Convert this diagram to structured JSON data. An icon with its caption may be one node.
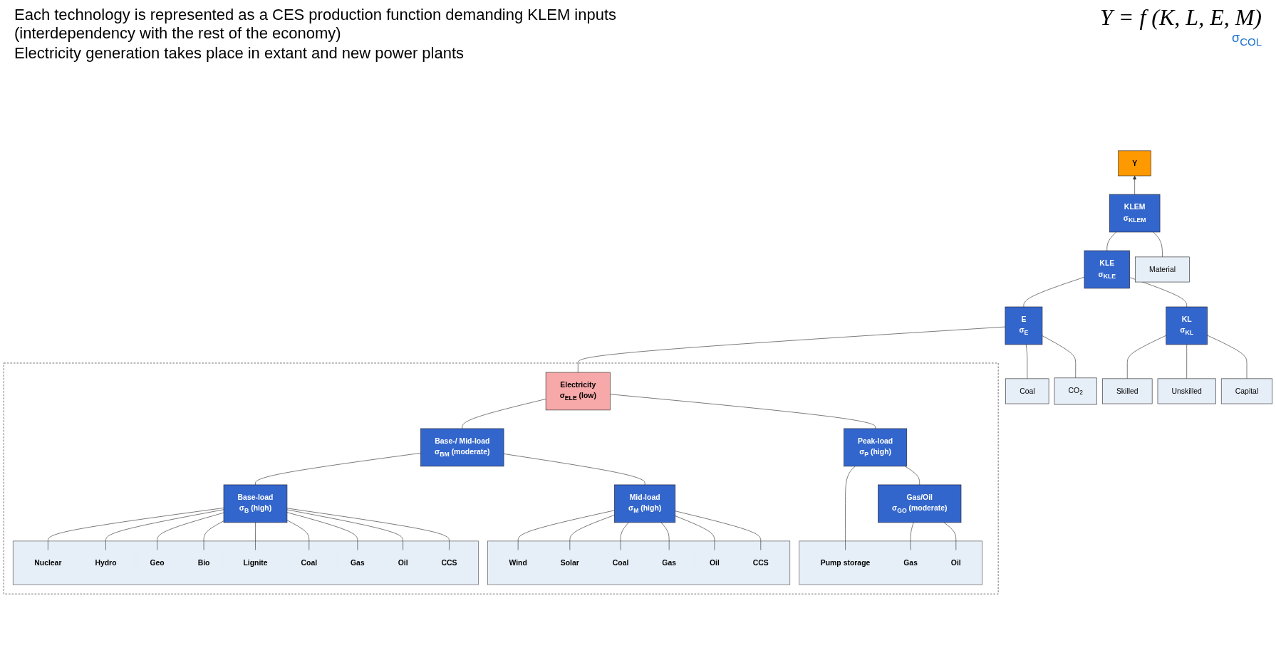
{
  "diagram": {
    "nodes": [
      {
        "text": [
          "Y"
        ]
      },
      {
        "text": [
          "KLEM",
          "σ$_{KLEM}$"
        ]
      },
      {
        "text": [
          "KLE",
          "σ$_{KLE}$"
        ]
      },
      {
        "text": [
          "Material"
        ]
      },
      {
        "text": [
          "E",
          "σ$_{E}$"
        ]
      },
      {
        "text": [
          "KL",
          "σ$_{KL}$"
        ]
      },
      {
        "text": [
          "Skilled"
        ]
      },
      {
        "text": [
          "Unskilled"
        ]
      },
      {
        "text": [
          "Capital"
        ]
      },
      {
        "text": [],
        "shape": "box"
      },
      {
        "text": [
          "Electricity",
          "σ$_{ELE}$ (low)"
        ],
        "in": 9
      },
      {
        "text": [
          "Base-/ Mid-load",
          "σ$_{BM}$ (moderate)"
        ],
        "in": 9
      },
      {
        "text": [
          "Base-load",
          "σ$_{B}$ (high)"
        ],
        "in": 9
      },
      {
        "text": [
          "Mid-load",
          "σ$_{M}$ (high)"
        ],
        "in": 9
      },
      {
        "text": [
          "Peak-load",
          "σ$_{P}$ (high)"
        ],
        "in": 9
      },
      {
        "text": [
          "Gas/Oil",
          "σ$_{GO}$ (moderate)"
        ],
        "in": 9
      },
      {
        "text": [
          "Coal"
        ]
      },
      {
        "text": [
          "CO$_{2}$"
        ]
      },
      {
        "text": [],
        "shape": "box",
        "in": 9
      },
      {
        "text": [
          "Nuclear"
        ],
        "in": 18
      },
      {
        "text": [
          "Hydro"
        ],
        "in": 18
      },
      {
        "text": [
          "Geo"
        ],
        "in": 18
      },
      {
        "text": [
          "Bio"
        ],
        "in": 18
      },
      {
        "text": [
          "Lignite"
        ],
        "in": 18
      },
      {
        "text": [
          "Coal"
        ],
        "in": 18
      },
      {
        "text": [
          "Gas"
        ],
        "in": 18
      },
      {
        "text": [
          "Oil"
        ],
        "in": 18
      },
      {
        "text": [
          "CCS"
        ],
        "in": 18
      },
      {
        "text": [],
        "shape": "box",
        "in": 9
      },
      {
        "text": [
          "Wind"
        ],
        "in": 28
      },
      {
        "text": [
          "Solar"
        ],
        "in": 28
      },
      {
        "text": [
          "Coal"
        ],
        "in": 28
      },
      {
        "text": [
          "Gas"
        ],
        "in": 28
      },
      {
        "text": [
          "Oil"
        ],
        "in": 28
      },
      {
        "text": [
          "CCS"
        ],
        "in": 28
      },
      {
        "text": [],
        "shape": "box",
        "in": 9
      },
      {
        "text": [
          "Pump storage"
        ],
        "in": 35
      },
      {
        "text": [
          "Gas"
        ],
        "in": 35
      },
      {
        "text": [
          "Oil"
        ],
        "in": 35
      }
    ],
    "edges": [
      {
        "from": 1,
        "to": 0,
        "arrow": "to"
      },
      {
        "from": 1,
        "to": 2,
        "arrow": "none"
      },
      {
        "from": 1,
        "to": 3,
        "arrow": "none"
      },
      {
        "from": 2,
        "to": 4,
        "arrow": "none"
      },
      {
        "from": 2,
        "to": 5,
        "arrow": "none"
      },
      {
        "from": 4,
        "to": 10,
        "arrow": "none"
      },
      {
        "from": 4,
        "to": 16,
        "arrow": "none"
      },
      {
        "from": 4,
        "to": 17,
        "arrow": "none"
      },
      {
        "from": 5,
        "to": 6,
        "arrow": "none"
      },
      {
        "from": 5,
        "to": 7,
        "arrow": "none"
      },
      {
        "from": 5,
        "to": 8,
        "arrow": "none"
      },
      {
        "from": 10,
        "to": 11,
        "arrow": "none"
      },
      {
        "from": 10,
        "to": 14,
        "arrow": "none"
      },
      {
        "from": 11,
        "to": 12,
        "arrow": "none"
      },
      {
        "from": 11,
        "to": 13,
        "arrow": "none"
      },
      {
        "from": 12,
        "to": 19,
        "arrow": "none"
      },
      {
        "from": 12,
        "to": 20,
        "arrow": "none"
      },
      {
        "from": 12,
        "to": 21,
        "arrow": "none"
      },
      {
        "from": 12,
        "to": 22,
        "arrow": "none"
      },
      {
        "from": 12,
        "to": 23,
        "arrow": "none"
      },
      {
        "from": 12,
        "to": 24,
        "arrow": "none"
      },
      {
        "from": 12,
        "to": 25,
        "arrow": "none"
      },
      {
        "from": 12,
        "to": 26,
        "arrow": "none"
      },
      {
        "from": 12,
        "to": 27,
        "arrow": "none"
      },
      {
        "from": 13,
        "to": 29,
        "arrow": "none"
      },
      {
        "from": 13,
        "to": 30,
        "arrow": "none"
      },
      {
        "from": 13,
        "to": 31,
        "arrow": "none"
      },
      {
        "from": 13,
        "to": 32,
        "arrow": "none"
      },
      {
        "from": 13,
        "to": 33,
        "arrow": "none"
      },
      {
        "from": 13,
        "to": 34,
        "arrow": "none"
      },
      {
        "from": 14,
        "to": 36,
        "arrow": "none"
      },
      {
        "from": 14,
        "to": 15,
        "arrow": "none"
      },
      {
        "from": 15,
        "to": 37,
        "arrow": "none"
      },
      {
        "from": 15,
        "to": 38,
        "arrow": "none"
      }
    ],
    "labels": [
      "Each technology is represented as a CES production function demanding KLEM inputs (interdependency with the rest of the economy)",
      "Electricity generation takes place in extant and new power plants",
      "Y = f (K, L, E, M)",
      "σ$_{COL}$"
    ]
  }
}
